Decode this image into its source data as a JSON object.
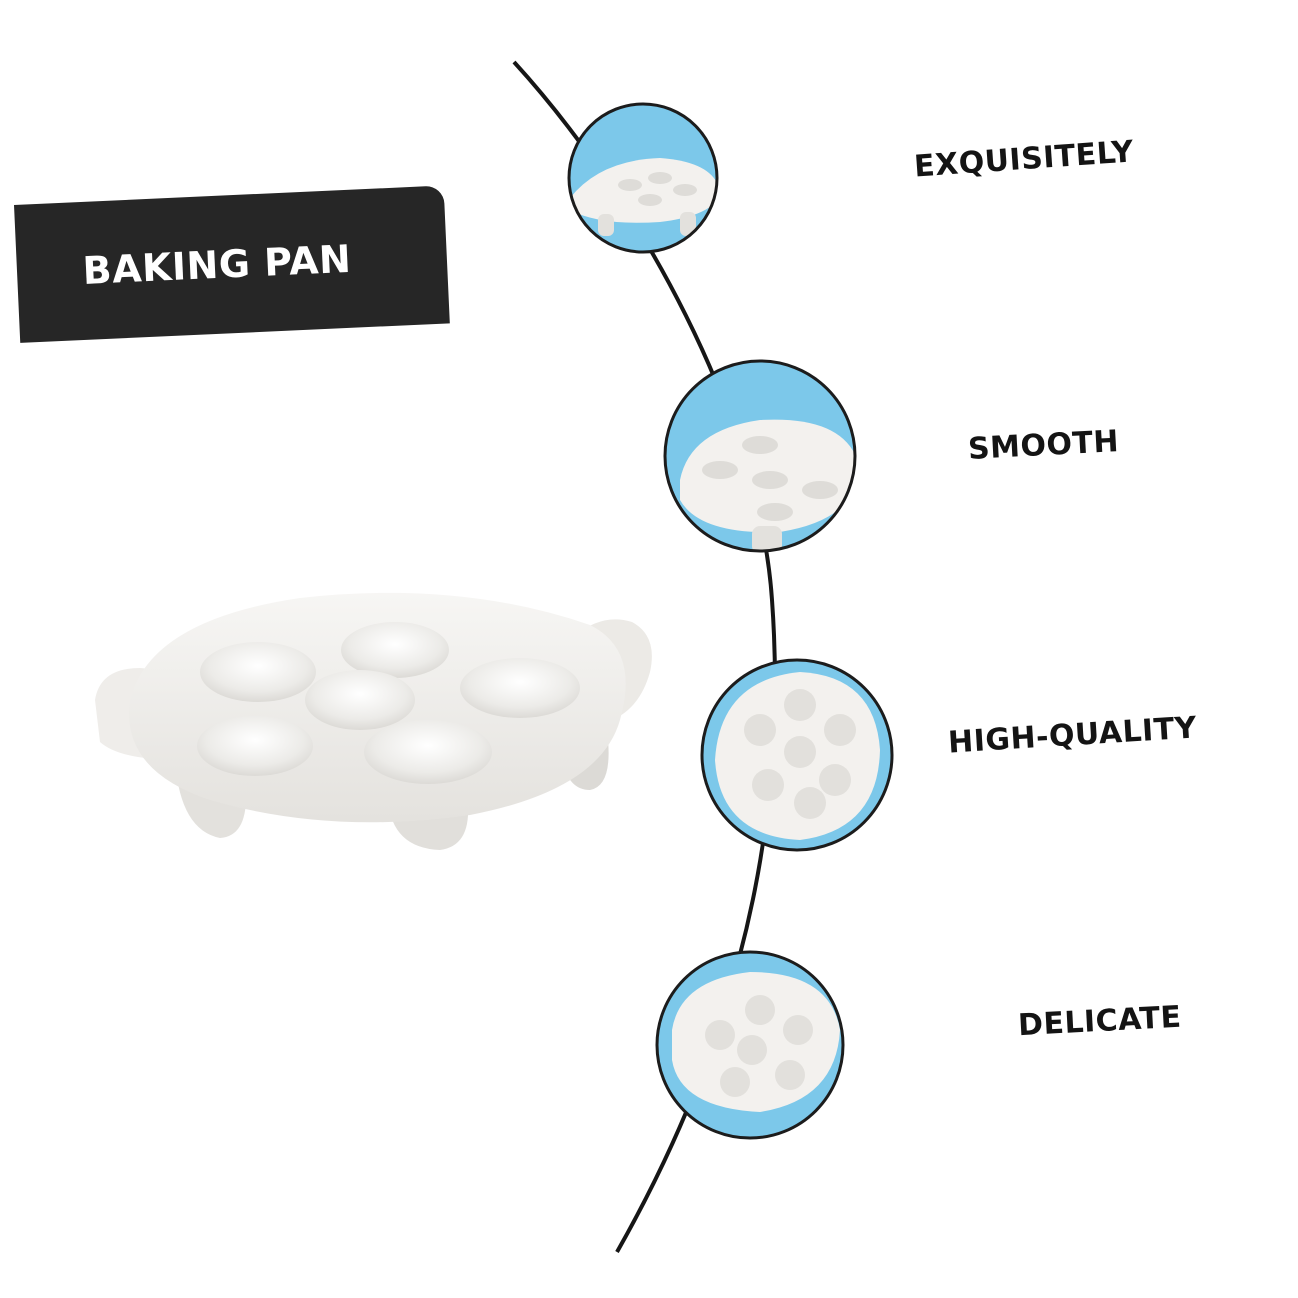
{
  "banner": {
    "title": "BAKING PAN"
  },
  "features": [
    {
      "label": "EXQUISITELY",
      "icon": "tray-angled-view-icon"
    },
    {
      "label": "SMOOTH",
      "icon": "tray-side-view-icon"
    },
    {
      "label": "HIGH-QUALITY",
      "icon": "tray-top-view-icon"
    },
    {
      "label": "DELICATE",
      "icon": "tray-overhead-view-icon"
    }
  ],
  "colors": {
    "banner_background": "#262626",
    "banner_text": "#ffffff",
    "circle_background": "#7cc8ea",
    "circle_border": "#1c1c1c",
    "curve": "#161616",
    "label_text": "#141414",
    "ceramic": "#f3f1ee"
  }
}
